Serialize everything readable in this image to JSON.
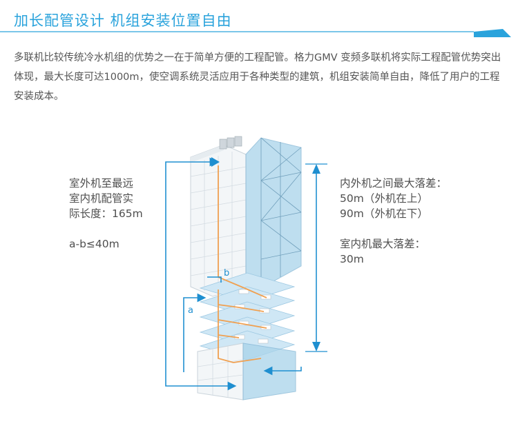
{
  "header": {
    "title": "加长配管设计  机组安装位置自由",
    "accent_color": "#2aa3dc"
  },
  "intro": {
    "text": "多联机比较传统冷水机组的优势之一在于简单方便的工程配管。格力GMV 变频多联机将实际工程配管优势突出体现，最大长度可达1000m，使空调系统灵活应用于各种类型的建筑，机组安装简单自由，降低了用户的工程安装成本。"
  },
  "left_note": {
    "line1": "室外机至最远",
    "line2": "室内机配管实",
    "line3": "际长度：165m",
    "formula": "a-b≤40m"
  },
  "right_note": {
    "line1": "内外机之间最大落差：",
    "line2": "50m（外机在上）",
    "line3": "90m（外机在下）",
    "line4": "室内机最大落差：",
    "line5": "30m"
  },
  "diagram": {
    "label_a": "a",
    "label_b": "b",
    "pipe_color": "#f0a050",
    "arrow_color": "#1f8fd0"
  }
}
